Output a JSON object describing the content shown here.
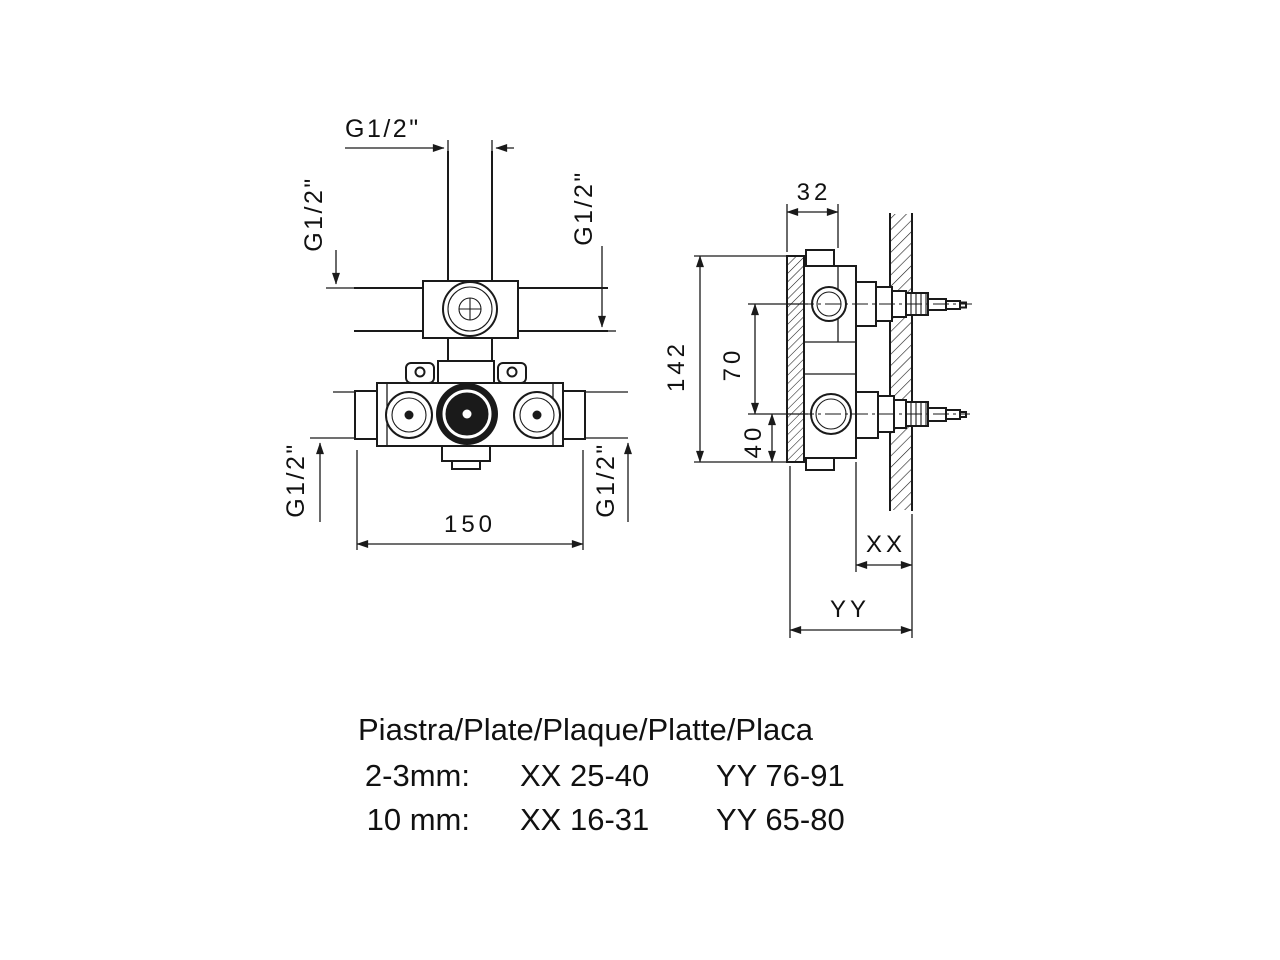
{
  "colors": {
    "background": "#ffffff",
    "ink": "#1a1a1a"
  },
  "labels": {
    "thread_top": "G1/2\"",
    "thread_upper_left": "G1/2\"",
    "thread_upper_right": "G1/2\"",
    "thread_lower_left": "G1/2\"",
    "thread_lower_right": "G1/2\"",
    "width_overall": "150",
    "depth_plate": "32",
    "height_overall": "142",
    "port_spacing": "70",
    "port_offset": "40",
    "dim_xx": "XX",
    "dim_yy": "YY"
  },
  "plate_table": {
    "title": "Piastra/Plate/Plaque/Platte/Placa",
    "rows": [
      {
        "thickness": "2-3mm:",
        "xx": "XX 25-40",
        "yy": "YY 76-91"
      },
      {
        "thickness": "10 mm:",
        "xx": "XX 16-31",
        "yy": "YY 65-80"
      }
    ]
  }
}
